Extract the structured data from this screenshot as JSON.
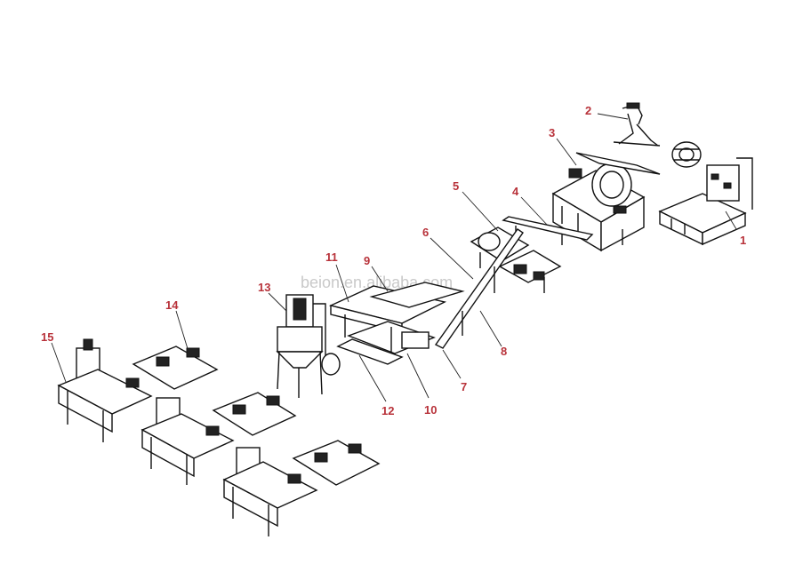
{
  "watermark": "beion.en.alibaba.com",
  "colors": {
    "label": "#b8323a",
    "line": "#111111",
    "background": "#ffffff"
  },
  "labels": {
    "n1": "1",
    "n2": "2",
    "n3": "3",
    "n4": "4",
    "n5": "5",
    "n6": "6",
    "n7": "7",
    "n8": "8",
    "n9": "9",
    "n10": "10",
    "n11": "11",
    "n12": "12",
    "n13": "13",
    "n14": "14",
    "n15": "15"
  }
}
